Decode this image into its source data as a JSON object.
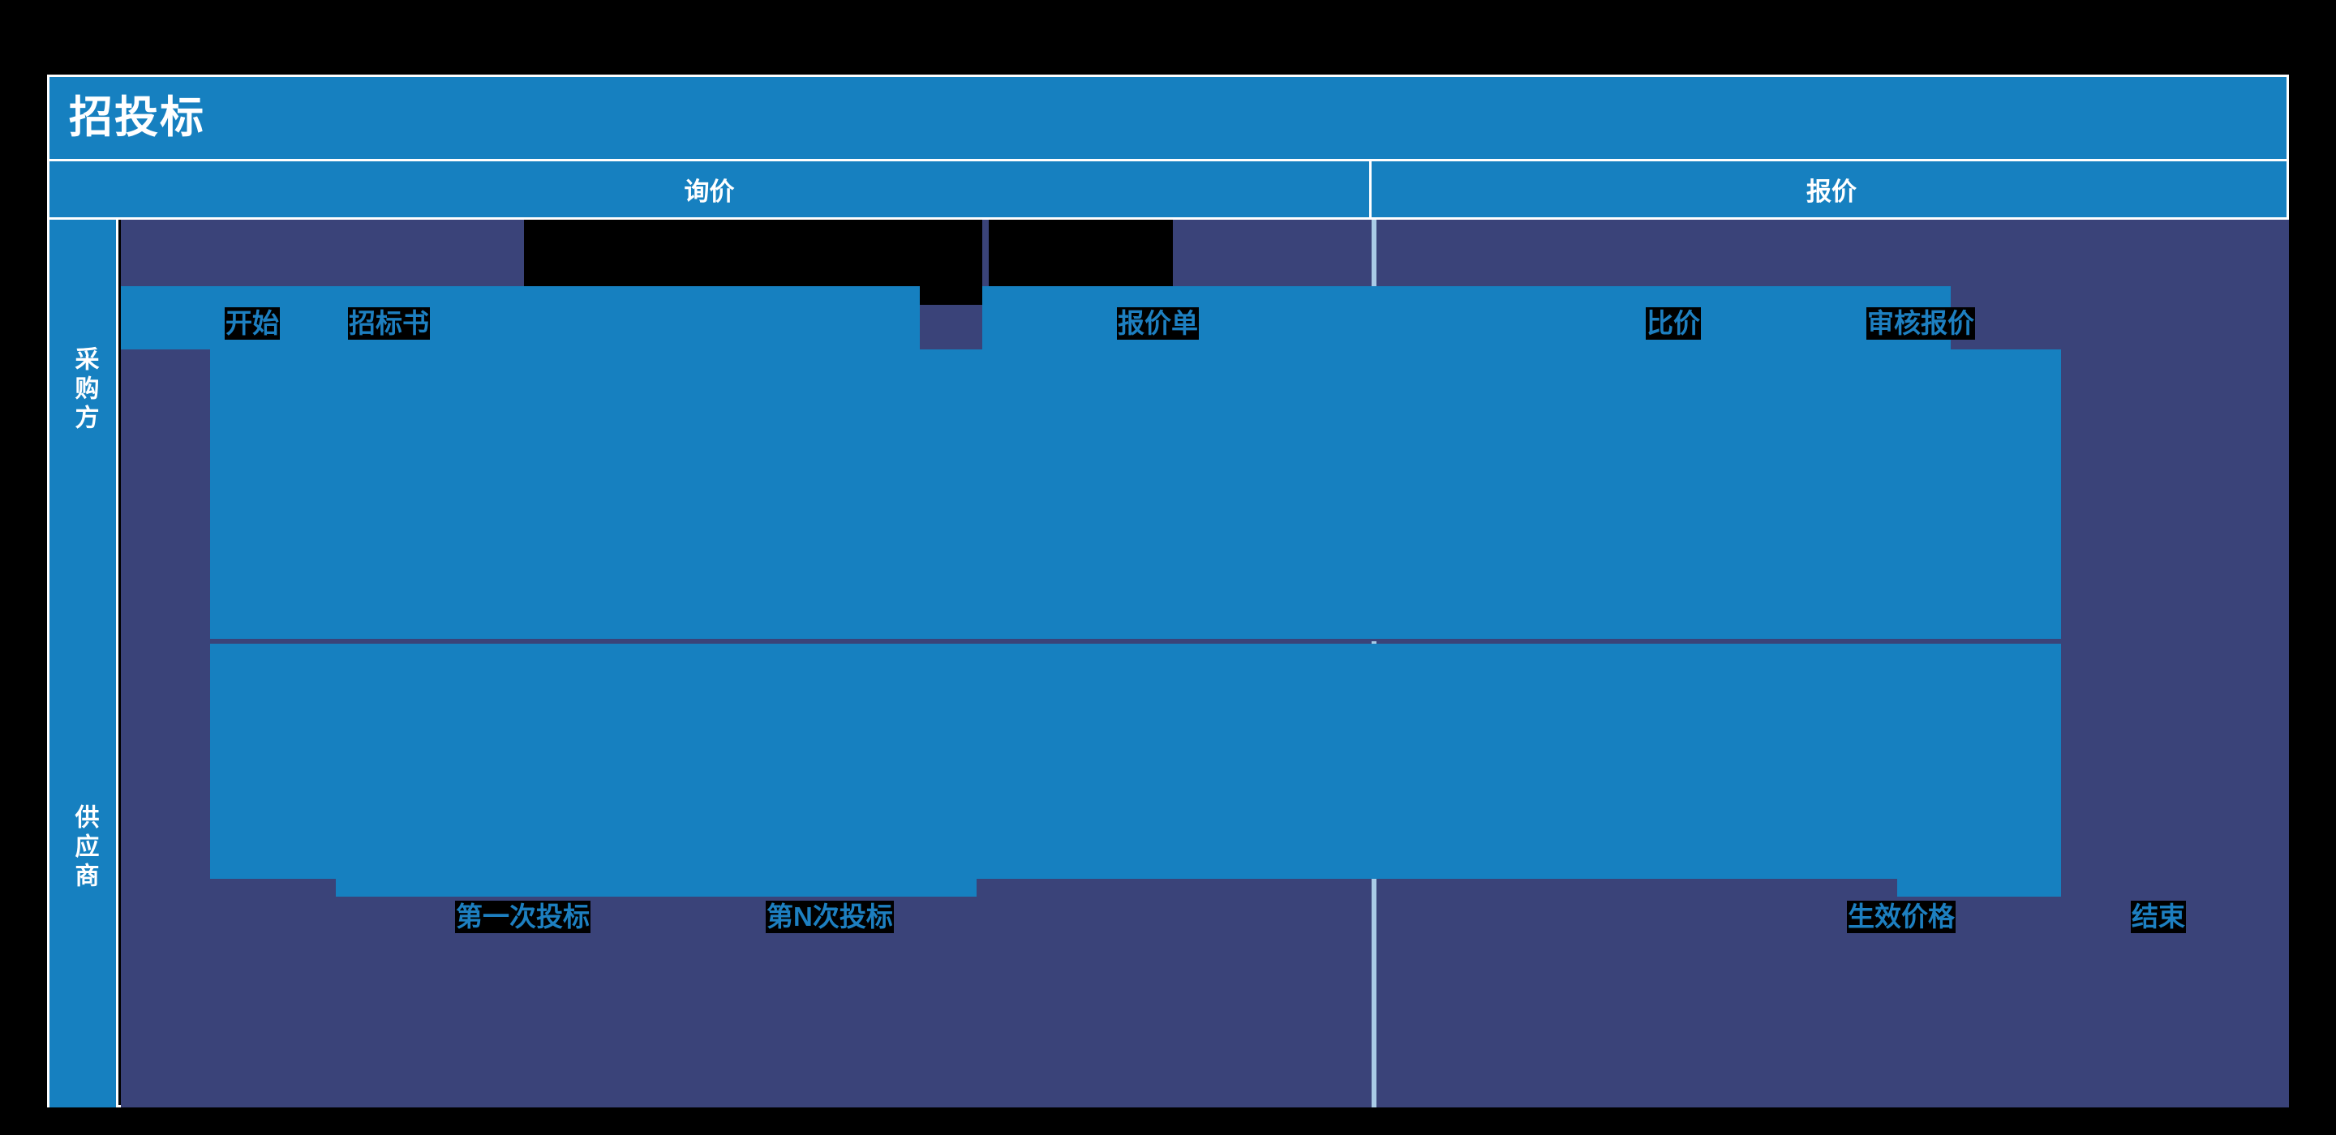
{
  "diagram": {
    "title": "招投标",
    "type": "swimlane-flow",
    "accent_color": "#1680c0",
    "lane_canvas_color": "#3a4379",
    "label_color": "#1d7fc0",
    "frame_color": "#ffffff"
  },
  "phases": [
    {
      "id": "inquiry",
      "label": "询价"
    },
    {
      "id": "quotation",
      "label": "报价"
    }
  ],
  "lanes": [
    {
      "id": "buyer",
      "label": "采购方"
    },
    {
      "id": "supplier",
      "label": "供应商"
    }
  ],
  "nodes": {
    "buyer": [
      {
        "id": "start",
        "label": "开始",
        "phase": "inquiry"
      },
      {
        "id": "tender",
        "label": "招标书",
        "phase": "inquiry"
      },
      {
        "id": "quote",
        "label": "报价单",
        "phase": "inquiry"
      },
      {
        "id": "compare",
        "label": "比价",
        "phase": "quotation"
      },
      {
        "id": "review",
        "label": "审核报价",
        "phase": "quotation"
      }
    ],
    "supplier": [
      {
        "id": "bid-first",
        "label": "第一次投标",
        "phase": "inquiry"
      },
      {
        "id": "bid-nth",
        "label": "第N次投标",
        "phase": "inquiry"
      },
      {
        "id": "effective",
        "label": "生效价格",
        "phase": "quotation"
      },
      {
        "id": "end",
        "label": "结束",
        "phase": "quotation"
      }
    ]
  }
}
